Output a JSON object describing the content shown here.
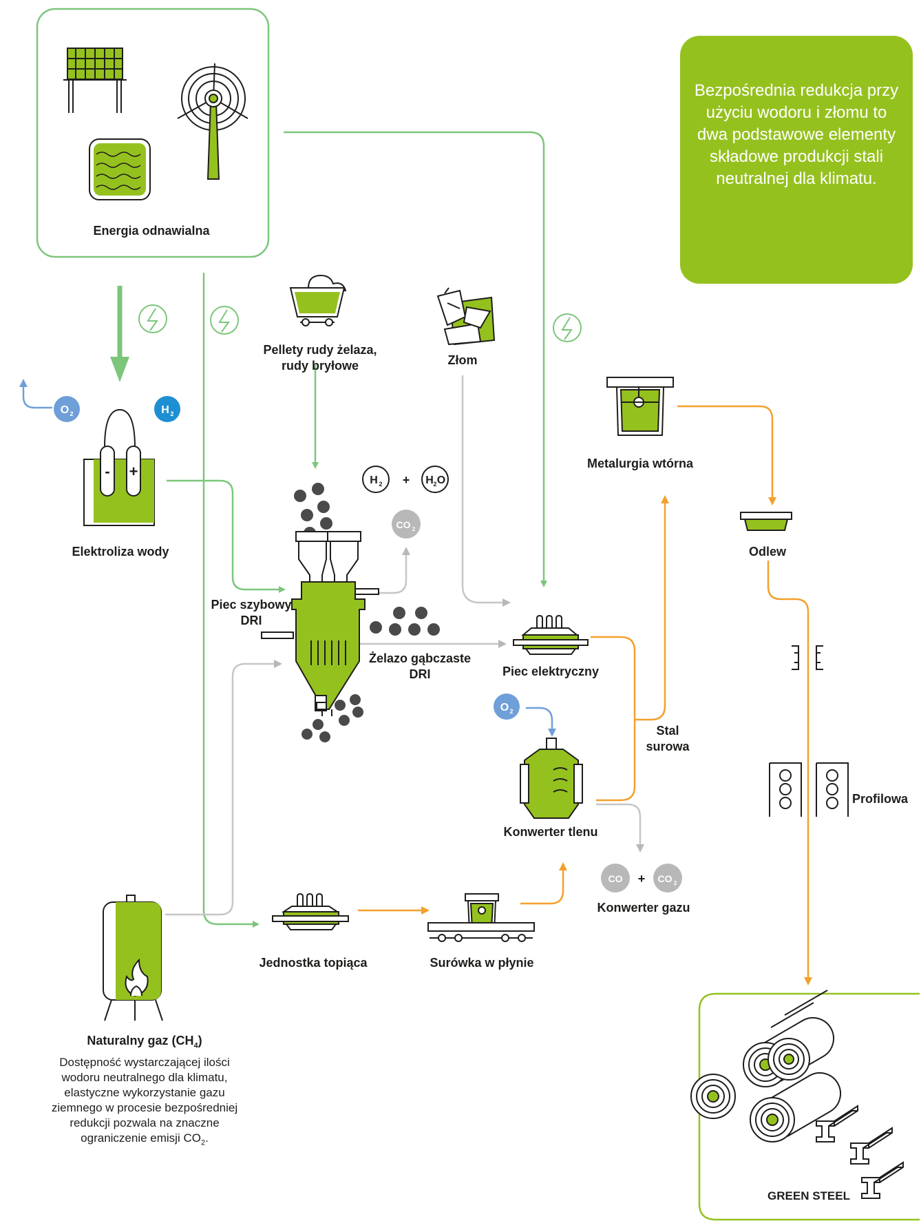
{
  "colors": {
    "brand_green": "#95c11f",
    "flow_green": "#7cc67b",
    "flow_orange": "#f4a02c",
    "flow_grey": "#c6c6c6",
    "oxygen_blue": "#6f9fd8",
    "hydrogen_blue": "#1d8fd2",
    "outline": "#1d1d1b",
    "pellet_grey": "#4a4a4a"
  },
  "info_box": {
    "text": "Bezpośrednia redukcja przy użyciu wodoru i złomu to dwa podstawowe elementy składowe produkcji stali neutralnej dla klimatu."
  },
  "renewable": {
    "label": "Energia odnawialna",
    "icons": [
      "solar-panel-icon",
      "wind-turbine-icon",
      "hydro-water-icon"
    ]
  },
  "electrolysis": {
    "label": "Elektroliza wody",
    "minus": "-",
    "plus": "+"
  },
  "badges": {
    "o2": "O",
    "o2_sub": "2",
    "h2": "H",
    "h2_sub": "2",
    "co2": "CO",
    "co2_sub": "2",
    "co": "CO"
  },
  "ore": {
    "label_line1": "Pellety rudy żelaza,",
    "label_line2": "rudy bryłowe"
  },
  "scrap": {
    "label": "Złom"
  },
  "shaft_furnace": {
    "label_line1": "Piec szybowy",
    "label_line2": "DRI"
  },
  "molecules": {
    "h2": "H",
    "h2_sub": "2",
    "plus": "+",
    "h2o": "H",
    "h2o_sub": "2",
    "h2o_o": "O"
  },
  "sponge_iron": {
    "label_line1": "Żelazo gąbczaste",
    "label_line2": "DRI"
  },
  "electric_furnace": {
    "label": "Piec elektryczny"
  },
  "secondary_metallurgy": {
    "label": "Metalurgia wtórna"
  },
  "casting": {
    "label": "Odlew"
  },
  "crude_steel": {
    "label_line1": "Stal",
    "label_line2": "surowa"
  },
  "oxygen_converter": {
    "label": "Konwerter tlenu"
  },
  "gas_converter": {
    "label": "Konwerter gazu",
    "plus": "+"
  },
  "profile": {
    "label": "Profilowa"
  },
  "melting_unit": {
    "label": "Jednostka topiąca"
  },
  "hot_metal": {
    "label": "Surówka w płynie"
  },
  "natural_gas": {
    "title": "Naturalny gaz (CH",
    "title_sub": "4",
    "title_end": ")",
    "description": "Dostępność wystarczającej ilości wodoru neutralnego dla klimatu, elastyczne wykorzystanie gazu ziemnego w procesie bezpośredniej redukcji pozwala na znaczne ograniczenie emisji CO",
    "description_sub": "2",
    "description_end": "."
  },
  "green_steel": {
    "label": "GREEN STEEL"
  }
}
